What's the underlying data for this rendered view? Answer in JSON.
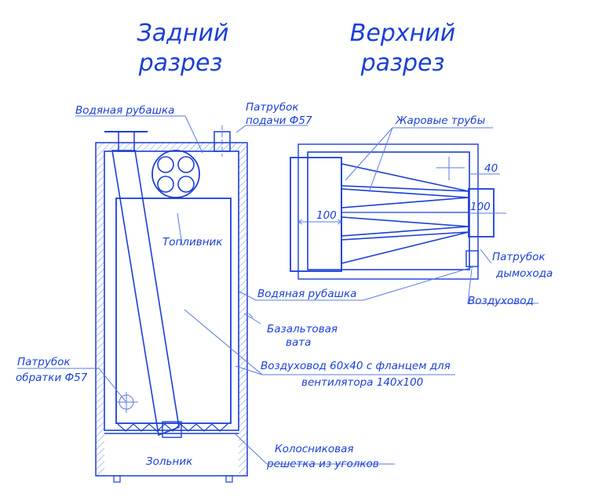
{
  "titles": {
    "rear_section": [
      "Задний",
      "разрез"
    ],
    "top_section": [
      "Верхний",
      "разрез"
    ]
  },
  "labels": {
    "water_jacket_top": "Водяная рубашка",
    "supply_pipe": [
      "Патрубок",
      "подачи Ф57"
    ],
    "fire_tubes": "Жаровые трубы",
    "firebox": "Топливник",
    "water_jacket_side": "Водяная рубашка",
    "basalt_wool": [
      "Базальтовая",
      "вата"
    ],
    "air_duct_fan": [
      "Воздуховод 60х40 с фланцем для",
      "вентилятора 140х100"
    ],
    "return_pipe": [
      "Патрубок",
      "обратки Ф57"
    ],
    "ash_pit": "Зольник",
    "grate": [
      "Колосниковая",
      "решетка из уголков"
    ],
    "chimney_pipe": [
      "Патрубок",
      "дымохода"
    ],
    "air_duct": "Воздуховод"
  },
  "dimensions": {
    "d40": "40",
    "d100_left": "100",
    "d100_right": "100"
  },
  "colors": {
    "line": "#1a3fd6",
    "hatch": "#5a78e8",
    "background": "#ffffff"
  }
}
